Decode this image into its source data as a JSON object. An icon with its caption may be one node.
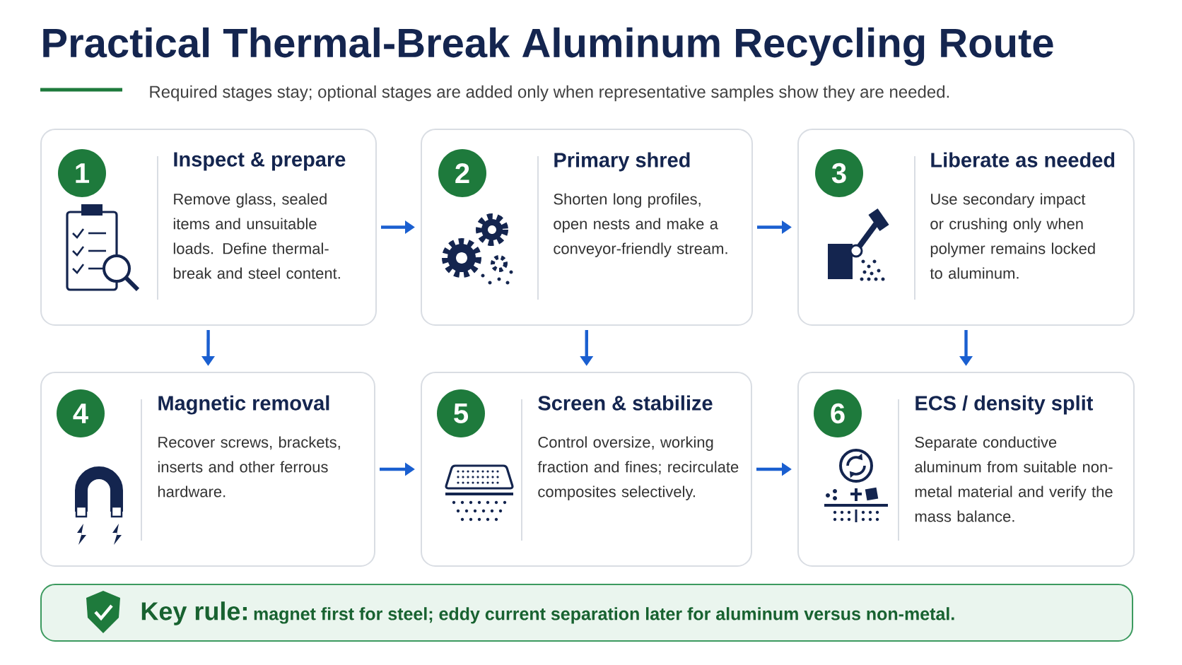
{
  "diagram": {
    "title": "Practical Thermal-Break Aluminum Recycling Route",
    "nodes": [
      {
        "text": [
          "Inspect & prepare",
          "Remove glass, sealed items and unsuitable loads. Define thermal-break and steel content."
        ]
      },
      {
        "text": [
          "1"
        ],
        "in": 0
      },
      {
        "text": [
          "Primary shred",
          "Shorten long profiles, open nests and make a conveyor-friendly stream."
        ]
      },
      {
        "text": [
          "2"
        ],
        "in": 2
      },
      {
        "text": [
          "Liberate as needed",
          "Use secondary impact or crushing only when polymer remains locked to aluminum."
        ]
      },
      {
        "text": [
          "3"
        ],
        "in": 4
      },
      {
        "text": [
          "Magnetic removal",
          "Recover screws, brackets, inserts and other ferrous hardware."
        ]
      },
      {
        "text": [
          "4"
        ],
        "in": 6
      },
      {
        "text": [
          "Screen & stabilize",
          "Control oversize, working fraction and fines; recirculate composites selectively."
        ]
      },
      {
        "text": [
          "5"
        ],
        "in": 8
      },
      {
        "text": [
          "ECS / density split",
          "Separate conductive aluminum from suitable non-metal material and verify the mass balance."
        ]
      },
      {
        "text": [
          "6"
        ],
        "in": 10
      },
      {
        "text": [
          "Key rule:",
          "magnet first for steel; eddy current separation later for aluminum versus non-metal."
        ]
      }
    ],
    "edges": [
      {
        "from": 0,
        "to": 2,
        "arrow": "to"
      },
      {
        "from": 2,
        "to": 4,
        "arrow": "to"
      },
      {
        "from": 0,
        "to": 6,
        "arrow": "to"
      },
      {
        "from": 2,
        "to": 8,
        "arrow": "to"
      },
      {
        "from": 4,
        "to": 10,
        "arrow": "to"
      },
      {
        "from": 6,
        "to": 8,
        "arrow": "to"
      },
      {
        "from": 8,
        "to": 10,
        "arrow": "to"
      }
    ],
    "labels": [
      "Required stages stay; optional stages are added only when representative samples show they are needed."
    ]
  }
}
